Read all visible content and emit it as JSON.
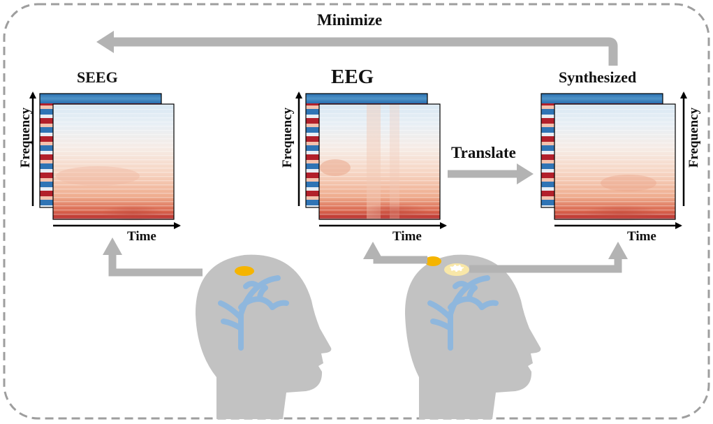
{
  "loop_label": "Minimize",
  "translate_label": "Translate",
  "panels": {
    "seeg": {
      "title": "SEEG",
      "x_axis_label": "Time",
      "y_axis_label": "Frequency"
    },
    "eeg": {
      "title": "EEG",
      "x_axis_label": "Time",
      "y_axis_label": "Frequency"
    },
    "synthesized": {
      "title": "Synthesized",
      "x_axis_label": "Time",
      "y_axis_label": "Frequency"
    }
  },
  "colors": {
    "arrow_gray": "#b3b3b3",
    "head_gray": "#c2c2c2",
    "vessel_blue": "#8fb7dd",
    "electrode_orange": "#f5b400",
    "electrode_pale": "#f8e7a8",
    "heat_low": "#2166ac",
    "heat_mid": "#f7f7f7",
    "heat_high": "#b2182b",
    "border_dash": "#9e9e9e"
  }
}
